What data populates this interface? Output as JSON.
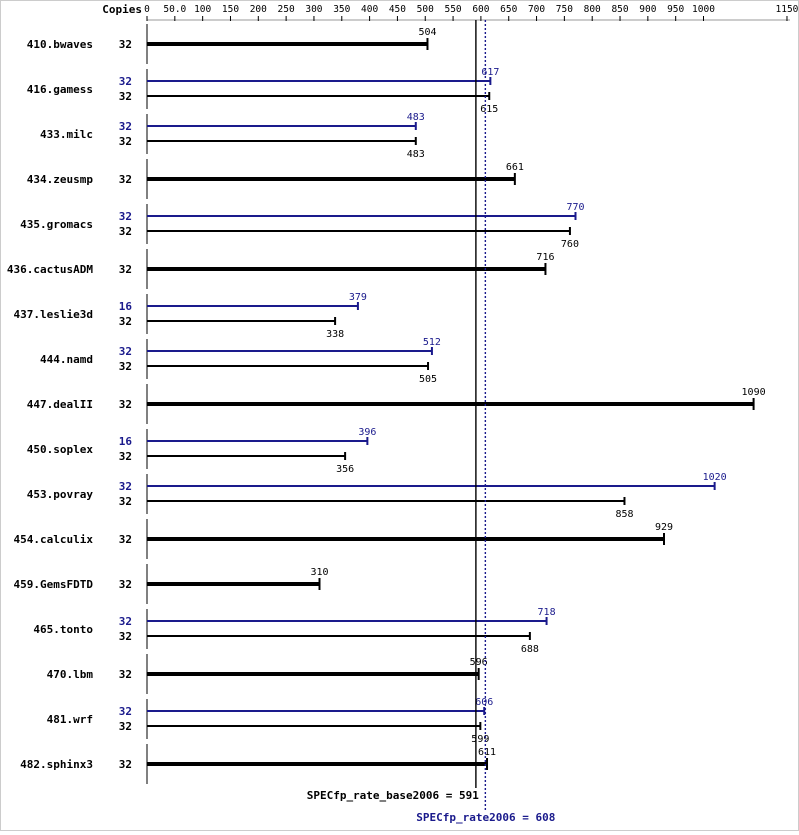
{
  "chart_data": {
    "type": "bar",
    "title": "",
    "xlabel": "",
    "ylabel": "",
    "header": {
      "copies_label": "Copies"
    },
    "xlim": [
      0,
      1150
    ],
    "ticks": [
      0,
      50.0,
      100,
      150,
      200,
      250,
      300,
      350,
      400,
      450,
      500,
      550,
      600,
      650,
      700,
      750,
      800,
      850,
      900,
      950,
      1000,
      1150
    ],
    "tick_labels": [
      "0",
      "50.0",
      "100",
      "150",
      "200",
      "250",
      "300",
      "350",
      "400",
      "450",
      "500",
      "550",
      "600",
      "650",
      "700",
      "750",
      "800",
      "850",
      "900",
      "950",
      "1000",
      "1150"
    ],
    "colors": {
      "base": "#000000",
      "peak": "#1a1a8c"
    },
    "benchmarks": [
      {
        "name": "410.bwaves",
        "base": {
          "copies": "32",
          "value": 504
        }
      },
      {
        "name": "416.gamess",
        "peak": {
          "copies": "32",
          "value": 617
        },
        "base": {
          "copies": "32",
          "value": 615
        }
      },
      {
        "name": "433.milc",
        "peak": {
          "copies": "32",
          "value": 483
        },
        "base": {
          "copies": "32",
          "value": 483
        }
      },
      {
        "name": "434.zeusmp",
        "base": {
          "copies": "32",
          "value": 661
        }
      },
      {
        "name": "435.gromacs",
        "peak": {
          "copies": "32",
          "value": 770
        },
        "base": {
          "copies": "32",
          "value": 760
        }
      },
      {
        "name": "436.cactusADM",
        "base": {
          "copies": "32",
          "value": 716
        }
      },
      {
        "name": "437.leslie3d",
        "peak": {
          "copies": "16",
          "value": 379
        },
        "base": {
          "copies": "32",
          "value": 338
        }
      },
      {
        "name": "444.namd",
        "peak": {
          "copies": "32",
          "value": 512
        },
        "base": {
          "copies": "32",
          "value": 505
        }
      },
      {
        "name": "447.dealII",
        "base": {
          "copies": "32",
          "value": 1090
        }
      },
      {
        "name": "450.soplex",
        "peak": {
          "copies": "16",
          "value": 396
        },
        "base": {
          "copies": "32",
          "value": 356
        }
      },
      {
        "name": "453.povray",
        "peak": {
          "copies": "32",
          "value": 1020
        },
        "base": {
          "copies": "32",
          "value": 858
        }
      },
      {
        "name": "454.calculix",
        "base": {
          "copies": "32",
          "value": 929
        }
      },
      {
        "name": "459.GemsFDTD",
        "base": {
          "copies": "32",
          "value": 310
        }
      },
      {
        "name": "465.tonto",
        "peak": {
          "copies": "32",
          "value": 718
        },
        "base": {
          "copies": "32",
          "value": 688
        }
      },
      {
        "name": "470.lbm",
        "base": {
          "copies": "32",
          "value": 596
        }
      },
      {
        "name": "481.wrf",
        "peak": {
          "copies": "32",
          "value": 606
        },
        "base": {
          "copies": "32",
          "value": 599
        }
      },
      {
        "name": "482.sphinx3",
        "base": {
          "copies": "32",
          "value": 611
        }
      }
    ],
    "reference_lines": {
      "base": {
        "label": "SPECfp_rate_base2006 = 591",
        "value": 591
      },
      "peak": {
        "label": "SPECfp_rate2006 = 608",
        "value": 608
      }
    }
  }
}
